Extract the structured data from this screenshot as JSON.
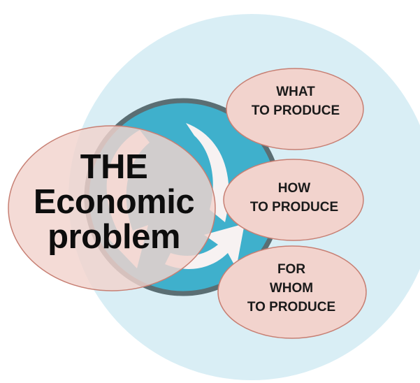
{
  "diagram": {
    "main_title_lines": [
      "THE",
      "Economic",
      "problem"
    ],
    "questions": [
      {
        "lines": [
          "WHAT",
          "TO PRODUCE"
        ]
      },
      {
        "lines": [
          "HOW",
          "TO PRODUCE"
        ]
      },
      {
        "lines": [
          "FOR",
          "WHOM",
          "TO PRODUCE"
        ]
      }
    ],
    "colors": {
      "background_circle": "#d9eef5",
      "center_circle": "#3fb0cc",
      "center_ring": "#5b6e73",
      "oval_fill": "#f2d3cd",
      "oval_stroke": "#c77f73",
      "arrow_fill": "#f7f2f2"
    }
  }
}
